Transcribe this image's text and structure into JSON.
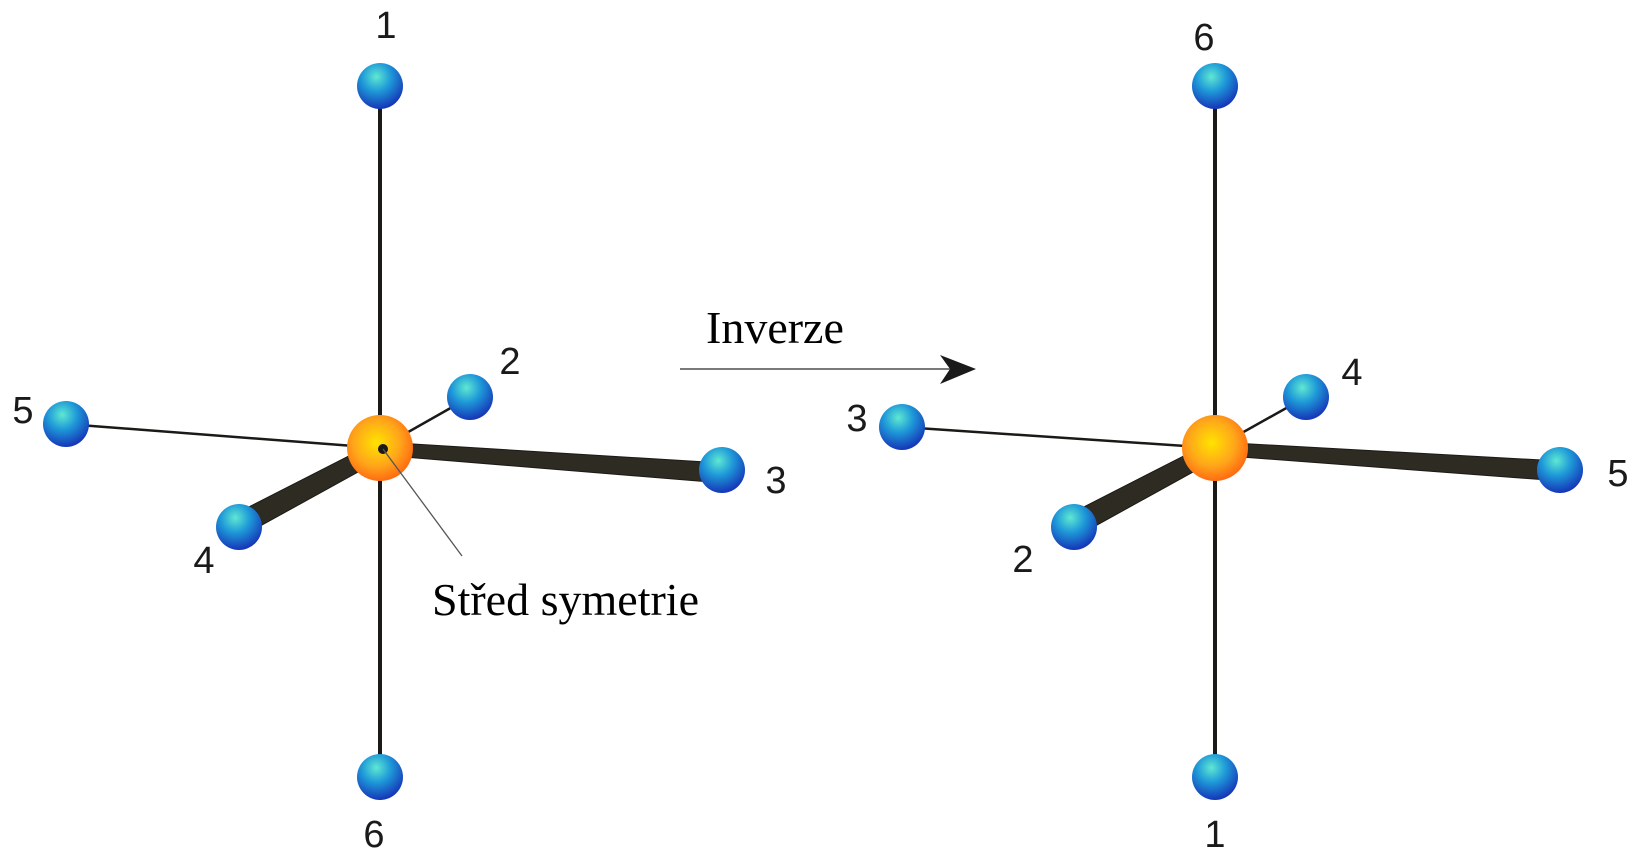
{
  "arrow_label": "Inverze",
  "center_label": "Střed symetrie",
  "colors": {
    "ligand": "#1a6fd6",
    "ligand_highlight": "#3fd6c8",
    "center_atom": "#ff8a1a",
    "center_highlight": "#ffd400",
    "bond": "#1c1a16",
    "arrow": "#1a1a1a"
  },
  "before": {
    "labels": {
      "top": "1",
      "back_right": "2",
      "right": "3",
      "front_left": "4",
      "left": "5",
      "bottom": "6"
    }
  },
  "after": {
    "labels": {
      "top": "6",
      "back_right": "4",
      "right": "5",
      "front_left": "2",
      "left": "3",
      "bottom": "1"
    }
  }
}
